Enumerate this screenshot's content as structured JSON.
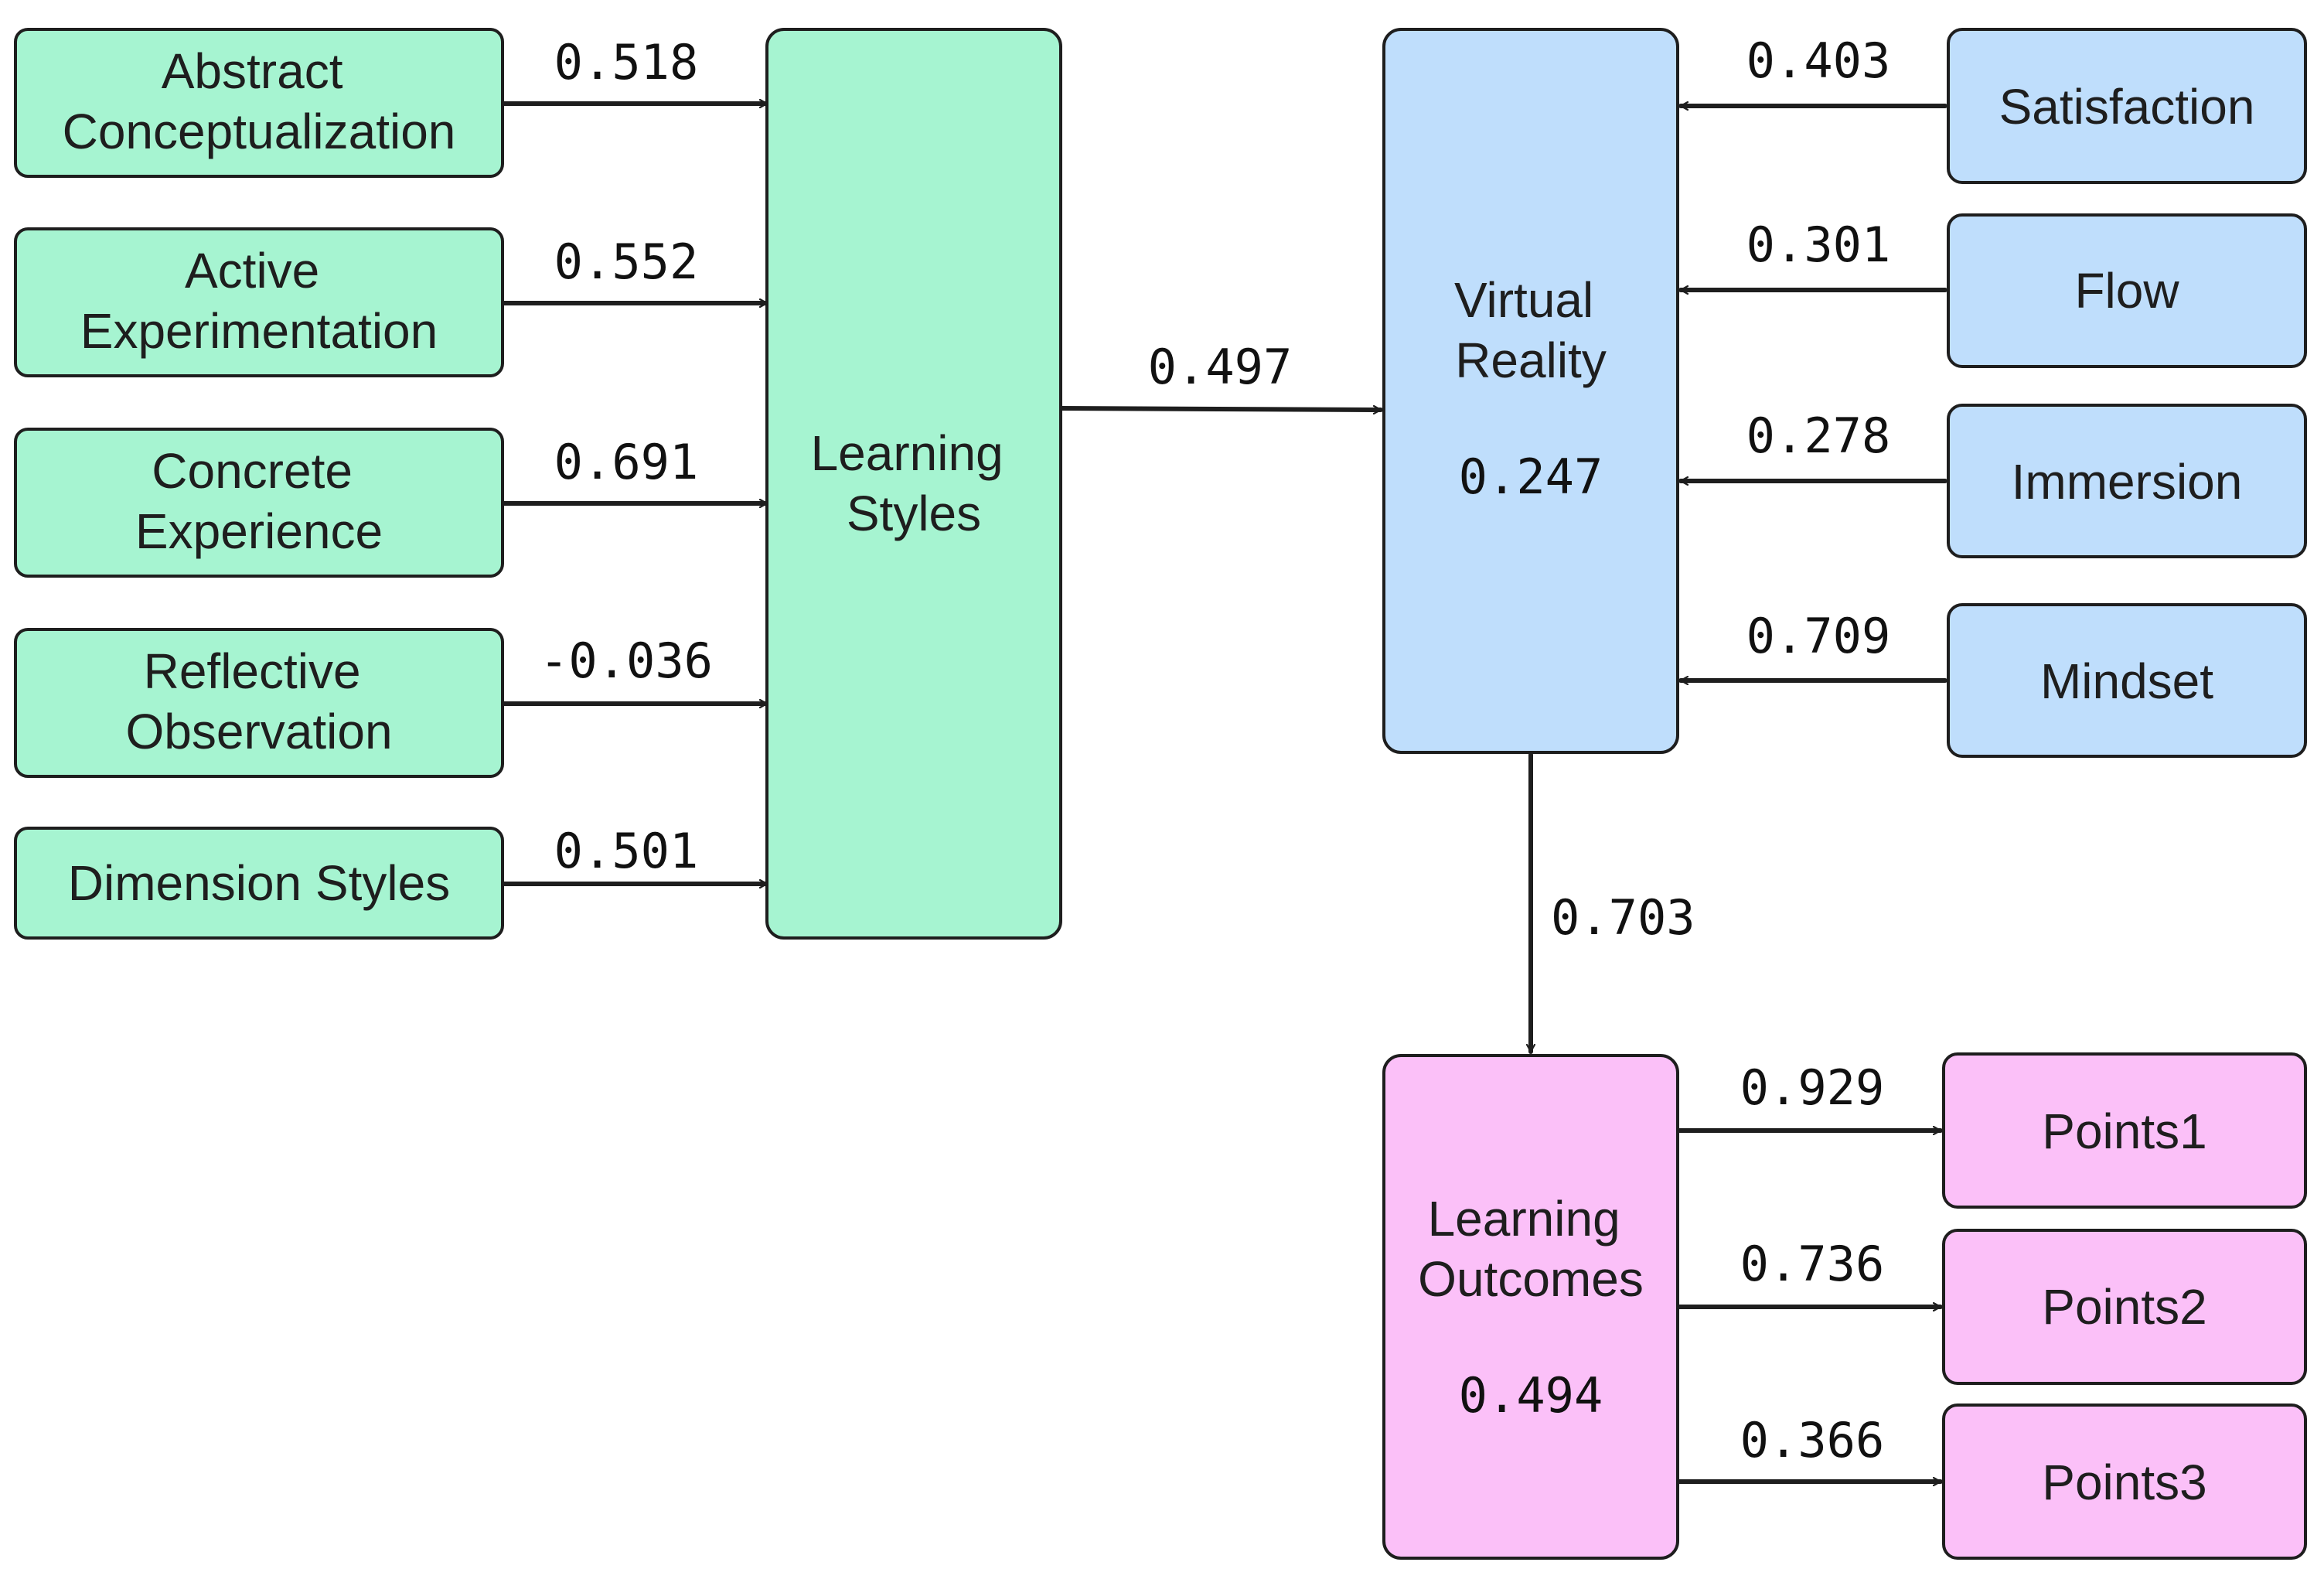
{
  "nodes": {
    "abstract_conceptualization": {
      "lines": [
        "Abstract",
        "Conceptualization"
      ]
    },
    "active_experimentation": {
      "lines": [
        "Active",
        "Experimentation"
      ]
    },
    "concrete_experience": {
      "lines": [
        "Concrete",
        "Experience"
      ]
    },
    "reflective_observation": {
      "lines": [
        "Reflective",
        "Observation"
      ]
    },
    "dimension_styles": {
      "lines": [
        "Dimension Styles"
      ]
    },
    "learning_styles": {
      "lines": [
        "Learning",
        "Styles"
      ]
    },
    "virtual_reality": {
      "lines": [
        "Virtual",
        "Reality"
      ],
      "value": "0.247"
    },
    "satisfaction": {
      "lines": [
        "Satisfaction"
      ]
    },
    "flow": {
      "lines": [
        "Flow"
      ]
    },
    "immersion": {
      "lines": [
        "Immersion"
      ]
    },
    "mindset": {
      "lines": [
        "Mindset"
      ]
    },
    "learning_outcomes": {
      "lines": [
        "Learning",
        "Outcomes"
      ],
      "value": "0.494"
    },
    "points1": {
      "lines": [
        "Points1"
      ]
    },
    "points2": {
      "lines": [
        "Points2"
      ]
    },
    "points3": {
      "lines": [
        "Points3"
      ]
    }
  },
  "edges": {
    "abstract_to_learning_styles": "0.518",
    "active_to_learning_styles": "0.552",
    "concrete_to_learning_styles": "0.691",
    "reflective_to_learning_styles": "-0.036",
    "dimension_to_learning_styles": "0.501",
    "learning_styles_to_virtual_reality": "0.497",
    "satisfaction_to_virtual_reality": "0.403",
    "flow_to_virtual_reality": "0.301",
    "immersion_to_virtual_reality": "0.278",
    "mindset_to_virtual_reality": "0.709",
    "virtual_reality_to_learning_outcomes": "0.703",
    "learning_outcomes_to_points1": "0.929",
    "learning_outcomes_to_points2": "0.736",
    "learning_outcomes_to_points3": "0.366"
  },
  "colors": {
    "learning_styles_group": "#a6f4d1",
    "virtual_reality_group": "#bfdefc",
    "learning_outcomes_group": "#fbc0f8",
    "stroke": "#1e1e1e"
  }
}
